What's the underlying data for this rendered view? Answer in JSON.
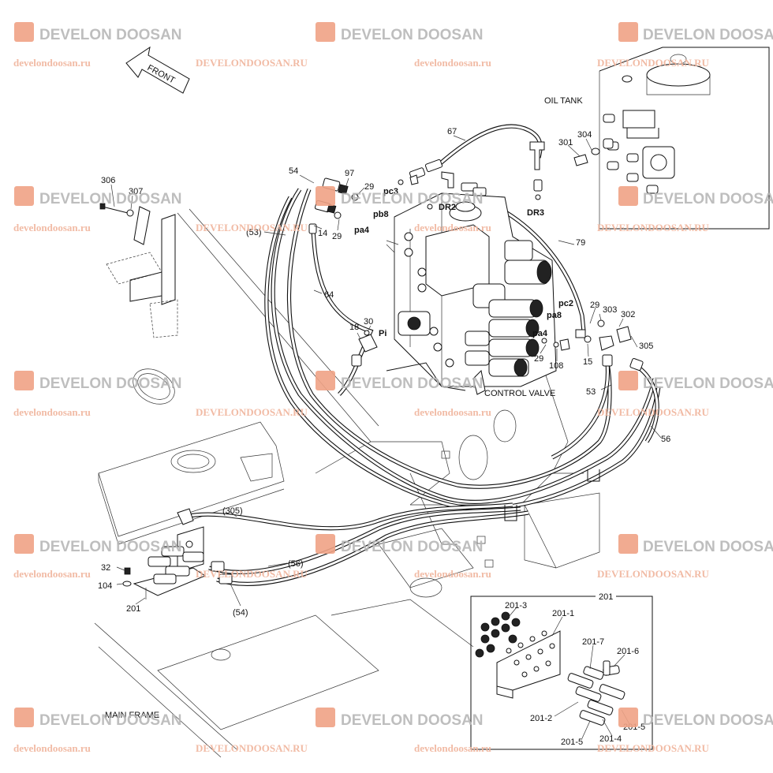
{
  "watermark": {
    "brand": "DEVELON DOOSAN",
    "url_lower": "develondoosan.ru",
    "url_upper": "DEVELONDOOSAN.RU"
  },
  "direction": {
    "front": "FRONT"
  },
  "captions": {
    "oil_tank": "OIL TANK",
    "control_valve": "CONTROL VALVE",
    "main_frame": "MAIN FRAME"
  },
  "ports": {
    "pc3": "pc3",
    "pb8": "pb8",
    "pa4_top": "pa4",
    "dr2": "DR2",
    "dr3": "DR3",
    "pi": "Pi",
    "pc2": "pc2",
    "pa8": "pa8",
    "pa4_bottom": "pa4"
  },
  "parts": {
    "p306": "306",
    "p307": "307",
    "p54": "54",
    "p97": "97",
    "p29_a": "29",
    "p53_paren": "(53)",
    "p14": "14",
    "p29_b": "29",
    "p64": "64",
    "p67": "67",
    "p301": "301",
    "p304": "304",
    "p79": "79",
    "p18": "18",
    "p30": "30",
    "p29_c": "29",
    "p303": "303",
    "p302": "302",
    "p305": "305",
    "p29_d": "29",
    "p15": "15",
    "p108": "108",
    "p53": "53",
    "p56": "56",
    "p305_paren": "(305)",
    "p56_paren": "(56)",
    "p54_paren": "(54)",
    "p32": "32",
    "p104": "104",
    "p201": "201"
  },
  "detail": {
    "title": "201",
    "p201_3": "201-3",
    "p201_1": "201-1",
    "p201_7": "201-7",
    "p201_6": "201-6",
    "p201_2": "201-2",
    "p201_5_right": "201-5",
    "p201_5_bottom": "201-5",
    "p201_4": "201-4"
  }
}
